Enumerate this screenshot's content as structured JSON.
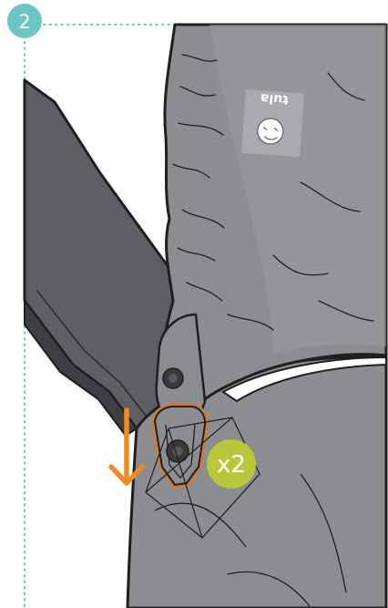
{
  "step": {
    "number": "2"
  },
  "badge": {
    "count_label": "x2"
  },
  "logo": {
    "text": "tula"
  },
  "colors": {
    "step_badge": "#6cc5c4",
    "dotted_border": "#6cc5c4",
    "count_badge": "#b9c73a",
    "arrow": "#f08a24",
    "loop_outline": "#d57a2c",
    "fabric": "#8c8d90",
    "fabric_light": "#9b9c9f",
    "strap": "#5e5f62",
    "strap_dark": "#3e3f42",
    "snap": "#3a3a3c",
    "outline": "#1f1f21",
    "logo_patch": "#a9aaad"
  },
  "icons": {
    "arrow": "arrow-down-icon",
    "snap": "snap-button-icon",
    "logo": "tula-logo-icon"
  }
}
